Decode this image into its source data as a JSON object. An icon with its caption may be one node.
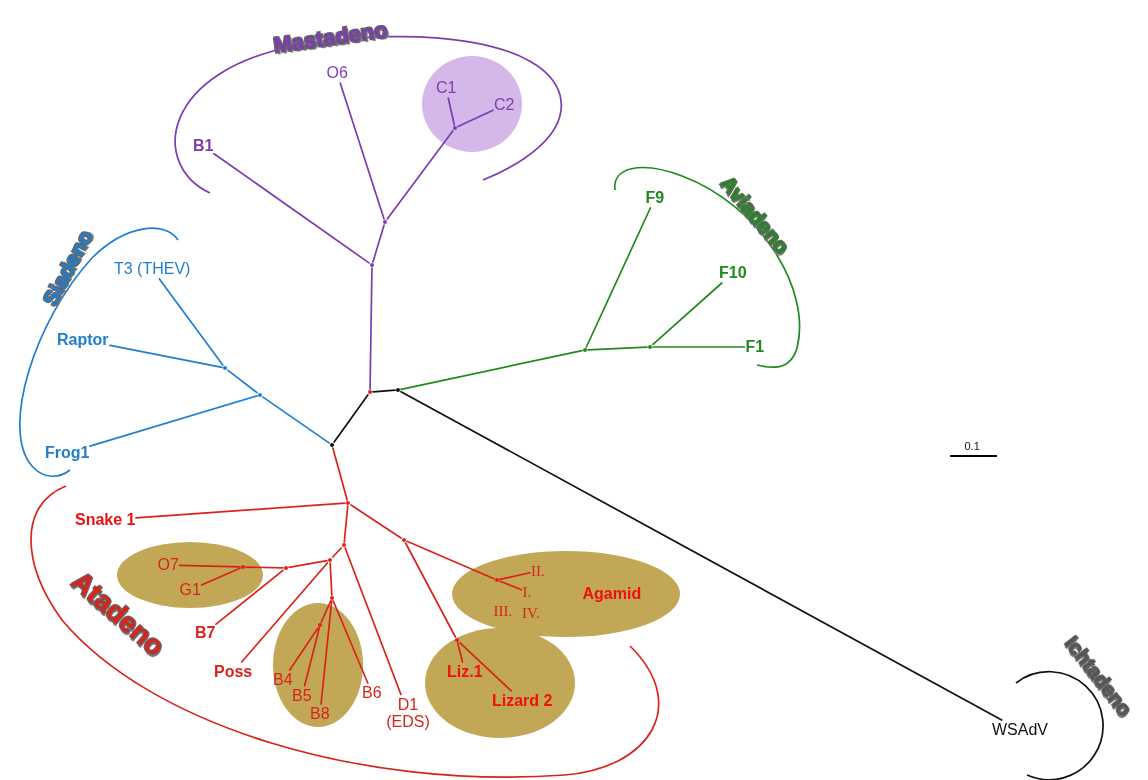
{
  "diagram": {
    "nodes": [
      {
        "text": [],
        "shape": "circle"
      },
      {
        "text": [
          "O6"
        ]
      },
      {
        "text": [
          "C1"
        ],
        "in": 0
      },
      {
        "text": [
          "C2"
        ],
        "in": 0
      },
      {
        "text": [
          "B1"
        ]
      },
      {
        "text": [
          "T3 (THEV)"
        ]
      },
      {
        "text": [
          "Raptor"
        ]
      },
      {
        "text": [
          "F9"
        ]
      },
      {
        "text": [
          "F10"
        ]
      },
      {
        "text": [
          "F1"
        ]
      },
      {
        "text": [
          "Frog1"
        ]
      },
      {
        "text": [
          "Snake 1"
        ]
      },
      {
        "text": [],
        "shape": "ellipse"
      },
      {
        "text": [
          "O7"
        ],
        "in": 12
      },
      {
        "text": [
          "G1"
        ],
        "in": 12
      },
      {
        "text": [],
        "shape": "ellipse"
      },
      {
        "text": [
          "II."
        ],
        "in": 15
      },
      {
        "text": [
          "I."
        ],
        "in": 15
      },
      {
        "text": [
          "Agamid"
        ],
        "in": 15
      },
      {
        "text": [
          "III."
        ],
        "in": 15
      },
      {
        "text": [
          "IV."
        ],
        "in": 15
      },
      {
        "text": [
          "B7"
        ]
      },
      {
        "text": [],
        "shape": "ellipse"
      },
      {
        "text": [
          "Poss"
        ]
      },
      {
        "text": [
          "B4"
        ],
        "in": 22
      },
      {
        "text": [
          "B5"
        ],
        "in": 22
      },
      {
        "text": [
          "B8"
        ],
        "in": 22
      },
      {
        "text": [
          "B6"
        ]
      },
      {
        "text": [],
        "shape": "ellipse"
      },
      {
        "text": [
          "Liz.1"
        ],
        "in": 28
      },
      {
        "text": [
          "Lizard 2"
        ],
        "in": 28
      },
      {
        "text": [
          "D1 (EDS)"
        ]
      },
      {
        "text": [
          "WSAdV"
        ]
      },
      {
        "text": [],
        "shape": "point"
      },
      {
        "text": [],
        "shape": "point"
      },
      {
        "text": [],
        "shape": "point"
      },
      {
        "text": [],
        "shape": "point"
      },
      {
        "text": [],
        "shape": "point"
      },
      {
        "text": [],
        "shape": "point",
        "in": 0
      },
      {
        "text": [],
        "shape": "point"
      },
      {
        "text": [],
        "shape": "point"
      },
      {
        "text": [],
        "shape": "point"
      },
      {
        "text": [],
        "shape": "point"
      },
      {
        "text": [],
        "shape": "point"
      },
      {
        "text": [],
        "shape": "point"
      },
      {
        "text": [],
        "shape": "point",
        "in": 15
      },
      {
        "text": [],
        "shape": "point",
        "in": 28
      },
      {
        "text": [],
        "shape": "point"
      },
      {
        "text": [],
        "shape": "point"
      },
      {
        "text": [],
        "shape": "point"
      },
      {
        "text": [],
        "shape": "point",
        "in": 12
      },
      {
        "text": [],
        "shape": "point"
      },
      {
        "text": [],
        "shape": "point",
        "in": 22
      }
    ],
    "edges": [
      {
        "from": 33,
        "to": 34,
        "arrow": "none",
        "color": "#111111"
      },
      {
        "from": 33,
        "to": 35,
        "arrow": "none",
        "color": "#111111"
      },
      {
        "from": 34,
        "to": 32,
        "arrow": "none",
        "color": "#111111"
      },
      {
        "from": 33,
        "to": 36,
        "arrow": "none",
        "color": "#7d3cb0"
      },
      {
        "from": 36,
        "to": 4,
        "arrow": "none",
        "color": "#7d3cb0"
      },
      {
        "from": 36,
        "to": 37,
        "arrow": "none",
        "color": "#7d3cb0"
      },
      {
        "from": 37,
        "to": 1,
        "arrow": "none",
        "color": "#7d3cb0"
      },
      {
        "from": 37,
        "to": 38,
        "arrow": "none",
        "color": "#7d3cb0"
      },
      {
        "from": 38,
        "to": 2,
        "arrow": "none",
        "color": "#7d3cb0"
      },
      {
        "from": 38,
        "to": 3,
        "arrow": "none",
        "color": "#7d3cb0"
      },
      {
        "from": 35,
        "to": 39,
        "arrow": "none",
        "color": "#1e7fd0"
      },
      {
        "from": 39,
        "to": 10,
        "arrow": "none",
        "color": "#1e7fd0"
      },
      {
        "from": 39,
        "to": 40,
        "arrow": "none",
        "color": "#1e7fd0"
      },
      {
        "from": 40,
        "to": 6,
        "arrow": "none",
        "color": "#1e7fd0"
      },
      {
        "from": 40,
        "to": 5,
        "arrow": "none",
        "color": "#1e7fd0"
      },
      {
        "from": 34,
        "to": 41,
        "arrow": "none",
        "color": "#1f8a1f"
      },
      {
        "from": 41,
        "to": 7,
        "arrow": "none",
        "color": "#1f8a1f"
      },
      {
        "from": 41,
        "to": 42,
        "arrow": "none",
        "color": "#1f8a1f"
      },
      {
        "from": 42,
        "to": 8,
        "arrow": "none",
        "color": "#1f8a1f"
      },
      {
        "from": 42,
        "to": 9,
        "arrow": "none",
        "color": "#1f8a1f"
      },
      {
        "from": 35,
        "to": 43,
        "arrow": "none"
      },
      {
        "from": 43,
        "to": 11,
        "arrow": "none"
      },
      {
        "from": 43,
        "to": 44,
        "arrow": "none"
      },
      {
        "from": 44,
        "to": 45,
        "arrow": "none"
      },
      {
        "from": 45,
        "to": 16,
        "arrow": "none"
      },
      {
        "from": 45,
        "to": 17,
        "arrow": "none"
      },
      {
        "from": 44,
        "to": 46,
        "arrow": "none"
      },
      {
        "from": 46,
        "to": 29,
        "arrow": "none"
      },
      {
        "from": 46,
        "to": 30,
        "arrow": "none"
      },
      {
        "from": 43,
        "to": 47,
        "arrow": "none"
      },
      {
        "from": 47,
        "to": 48,
        "arrow": "none"
      },
      {
        "from": 48,
        "to": 49,
        "arrow": "none"
      },
      {
        "from": 49,
        "to": 50,
        "arrow": "none"
      },
      {
        "from": 50,
        "to": 13,
        "arrow": "none"
      },
      {
        "from": 50,
        "to": 14,
        "arrow": "none"
      },
      {
        "from": 49,
        "to": 21,
        "arrow": "none"
      },
      {
        "from": 48,
        "to": 23,
        "arrow": "none"
      },
      {
        "from": 48,
        "to": 51,
        "arrow": "none"
      },
      {
        "from": 51,
        "to": 52,
        "arrow": "none"
      },
      {
        "from": 52,
        "to": 24,
        "arrow": "none"
      },
      {
        "from": 52,
        "to": 25,
        "arrow": "none"
      },
      {
        "from": 51,
        "to": 26,
        "arrow": "none"
      },
      {
        "from": 51,
        "to": 27,
        "arrow": "none"
      },
      {
        "from": 47,
        "to": 31,
        "arrow": "none"
      }
    ],
    "labels": [
      "Mastadeno",
      "Aviadeno",
      "Siadeno",
      "0.1",
      "Atadeno",
      "Ichtadeno"
    ]
  }
}
